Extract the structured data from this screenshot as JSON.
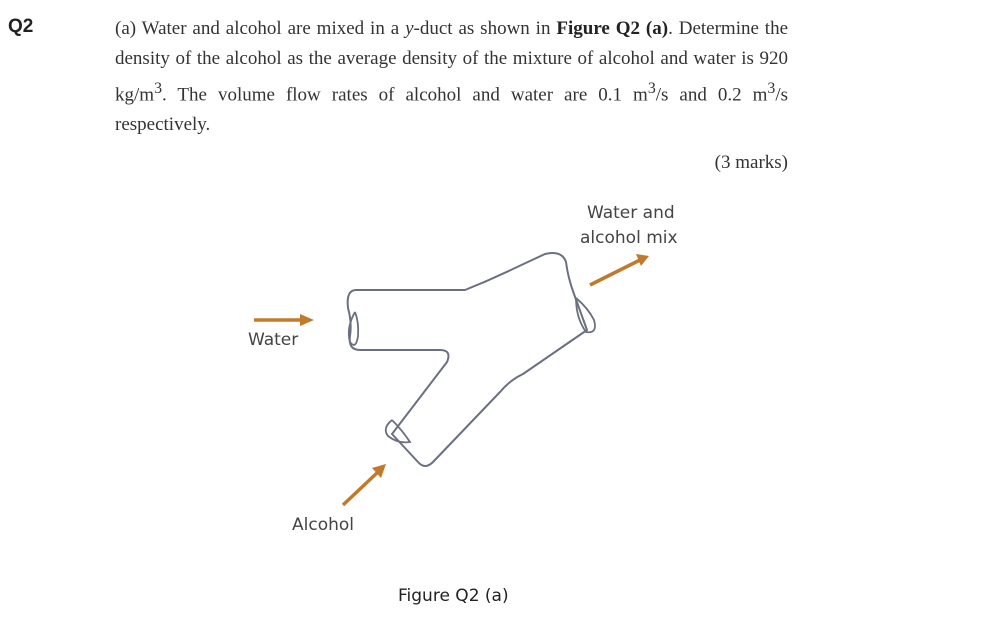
{
  "question": {
    "number": "Q2",
    "part": "(a)",
    "text_1": "Water and alcohol are mixed in a",
    "y_italic": "y",
    "text_2": "-duct as shown in",
    "figure_ref": "Figure Q2 (a)",
    "text_3": ". Determine the density of the alcohol as the average density of the mixture of alcohol and water is 920 kg/m",
    "sup1": "3",
    "text_4": ". The volume flow rates of alcohol and water are 0.1 m",
    "sup2": "3",
    "text_5": "/s and 0.2 m",
    "sup3": "3",
    "text_6": "/s respectively.",
    "marks": "(3 marks)"
  },
  "figure": {
    "label_mix_line1": "Water and",
    "label_mix_line2": "alcohol mix",
    "label_water": "Water",
    "label_alcohol": "Alcohol",
    "caption": "Figure Q2 (a)",
    "arrow_color": "#c17a2c",
    "outline_color": "#6b7080"
  }
}
